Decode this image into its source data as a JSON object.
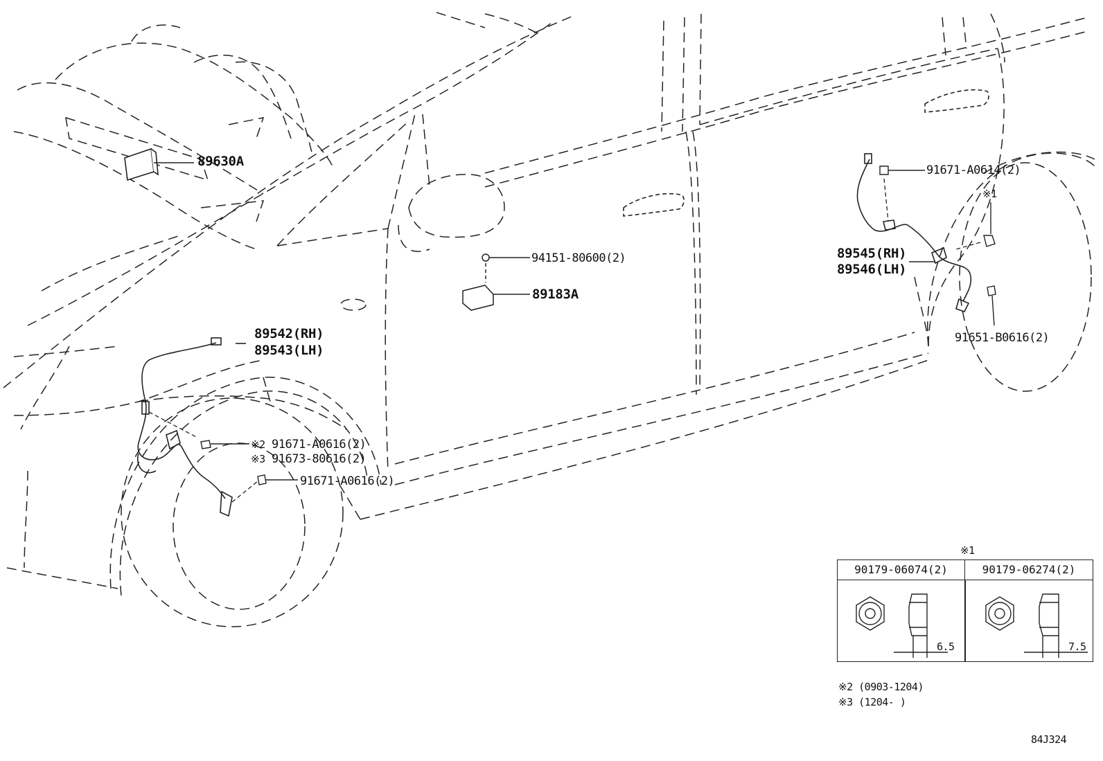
{
  "labels": {
    "ecu": "89630A",
    "front_sensor_rh": "89542(RH)",
    "front_sensor_lh": "89543(LH)",
    "front_bolt_note2": "※2",
    "front_bolt_a": "91671-A0616(2)",
    "front_bolt_note3": "※3",
    "front_bolt_b": "91673-80616(2)",
    "front_bolt_c": "91671-A0616(2)",
    "nut_sensor": "94151-80600(2)",
    "yaw_sensor": "89183A",
    "rear_bolt_top": "91671-A0614(2)",
    "rear_note1": "※1",
    "rear_sensor_rh": "89545(RH)",
    "rear_sensor_lh": "89546(LH)",
    "rear_bolt_bottom": "91651-B0616(2)"
  },
  "table": {
    "caption": "※1",
    "col1_header": "90179-06074(2)",
    "col2_header": "90179-06274(2)",
    "col1_dim": "6.5",
    "col2_dim": "7.5"
  },
  "notes": {
    "note2": "※2 (0903-1204)",
    "note3": "※3 (1204-      )"
  },
  "diagram_code": "84J324"
}
